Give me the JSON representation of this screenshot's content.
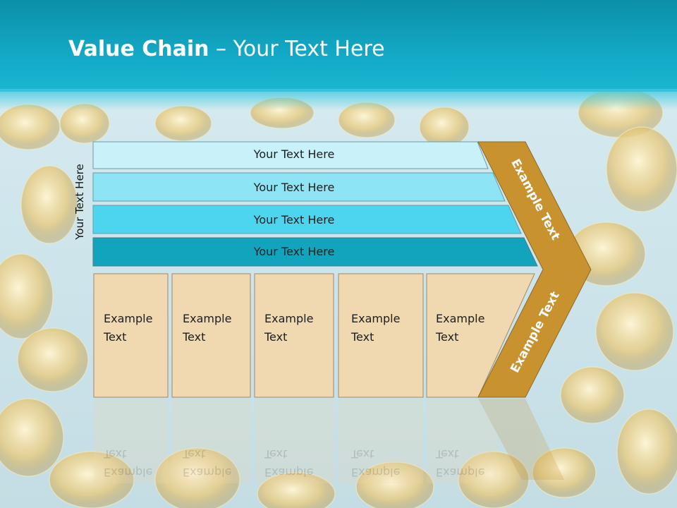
{
  "slide": {
    "title_bold": "Value Chain",
    "title_rest": " – Your Text Here",
    "side_label": "Your Text Here",
    "bars": [
      {
        "label": "Your Text Here",
        "color": "#c8f1fa"
      },
      {
        "label": "Your Text Here",
        "color": "#8ce4f5"
      },
      {
        "label": "Your Text Here",
        "color": "#4dd5ef"
      },
      {
        "label": "Your Text Here",
        "color": "#12a3bd"
      }
    ],
    "boxes": [
      {
        "line1": "Example",
        "line2": "Text"
      },
      {
        "line1": "Example",
        "line2": "Text"
      },
      {
        "line1": "Example",
        "line2": "Text"
      },
      {
        "line1": "Example",
        "line2": "Text"
      },
      {
        "line1": "Example",
        "line2": "Text"
      }
    ],
    "arrow_top_label": "Example Text",
    "arrow_bottom_label": "Example Text",
    "colors": {
      "header": "#12a9c6",
      "box_fill": "#f0d8b0",
      "arrow_fill": "#c8922f"
    }
  }
}
